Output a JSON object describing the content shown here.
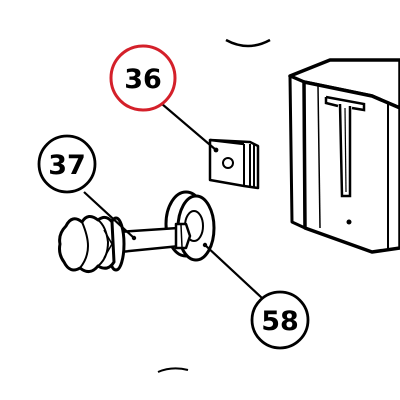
{
  "callouts": [
    {
      "label": "36",
      "highlighted": true
    },
    {
      "label": "37",
      "highlighted": false
    },
    {
      "label": "58",
      "highlighted": false
    }
  ],
  "colors": {
    "highlight": "#d4202a",
    "line": "#000000",
    "background": "#ffffff"
  }
}
